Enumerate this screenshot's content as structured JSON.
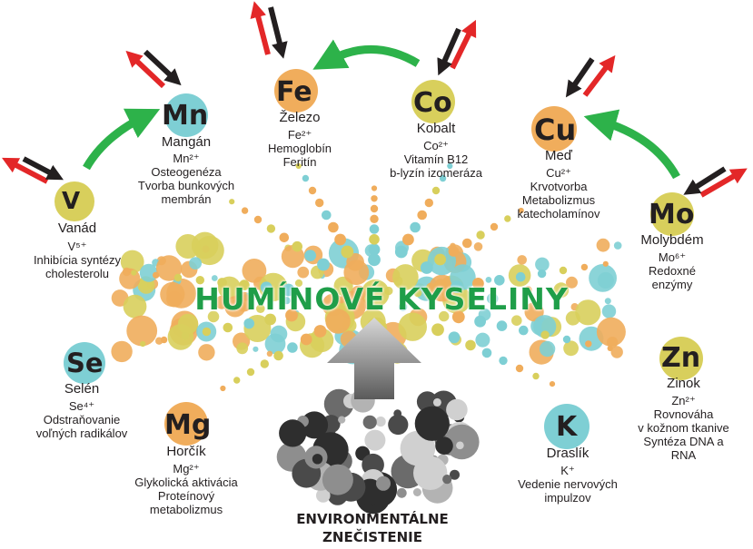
{
  "title": "HUMÍNOVÉ KYSELINY",
  "pollution": {
    "line1": "ENVIRONMENTÁLNE",
    "line2": "ZNEČISTENIE"
  },
  "colors": {
    "green": "#2db24a",
    "orange": "#f0ad5c",
    "teal": "#7ecfd4",
    "yellow": "#d8cf5c",
    "red": "#e32728",
    "black": "#231f20"
  },
  "elements": {
    "V": {
      "symbol": "V",
      "name": "Vanád",
      "ion": "V⁵⁺",
      "desc": [
        "Inhibícia syntézy",
        "cholesterolu"
      ]
    },
    "Mn": {
      "symbol": "Mn",
      "name": "Mangán",
      "ion": "Mn²⁺",
      "desc": [
        "Osteogenéza",
        "Tvorba bunkových",
        "membrán"
      ]
    },
    "Fe": {
      "symbol": "Fe",
      "name": "Železo",
      "ion": "Fe²⁺",
      "desc": [
        "Hemoglobín",
        "Feritín"
      ]
    },
    "Co": {
      "symbol": "Co",
      "name": "Kobalt",
      "ion": "Co²⁺",
      "desc": [
        "Vitamín B12",
        "b-lyzín izomeráza"
      ]
    },
    "Cu": {
      "symbol": "Cu",
      "name": "Meď",
      "ion": "Cu²⁺",
      "desc": [
        "Krvotvorba",
        "Metabolizmus",
        "katecholamínov"
      ]
    },
    "Mo": {
      "symbol": "Mo",
      "name": "Molybdém",
      "ion": "Mo⁶⁺",
      "desc": [
        "Redoxné",
        "enzýmy"
      ]
    },
    "Se": {
      "symbol": "Se",
      "name": "Selén",
      "ion": "Se⁴⁺",
      "desc": [
        "Odstraňovanie",
        "voľných radikálov"
      ]
    },
    "Mg": {
      "symbol": "Mg",
      "name": "Horčík",
      "ion": "Mg²⁺",
      "desc": [
        "Glykolická aktivácia",
        "Proteínový",
        "metabolizmus"
      ]
    },
    "K": {
      "symbol": "K",
      "name": "Draslík",
      "ion": "K⁺",
      "desc": [
        "Vedenie nervových",
        "impulzov"
      ]
    },
    "Zn": {
      "symbol": "Zn",
      "name": "Zinok",
      "ion": "Zn²⁺",
      "desc": [
        "Rovnováha",
        "v kožnom tkanive",
        "Syntéza DNA a",
        "RNA"
      ]
    }
  }
}
